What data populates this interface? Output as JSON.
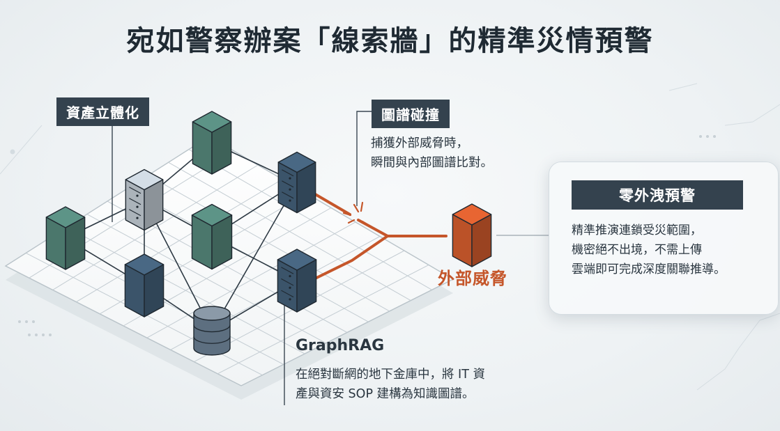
{
  "title": "宛如警察辦案「線索牆」的精準災情預警",
  "asset_section": {
    "label": "資產立體化"
  },
  "collision_section": {
    "label": "圖譜碰撞",
    "lines": [
      "捕獲外部威脅時，",
      "瞬間與內部圖譜比對。"
    ]
  },
  "threat": {
    "label": "外部威脅"
  },
  "graphrag_section": {
    "label": "GraphRAG",
    "lines": [
      "在絕對斷網的地下金庫中，將 IT 資",
      "產與資安 SOP 建構為知識圖譜。"
    ]
  },
  "warning_card": {
    "label": "零外洩預警",
    "lines": [
      "精準推演連鎖受災範圍，",
      "機密絕不出境，不需上傳",
      "雲端即可完成深度關聯推導。"
    ]
  },
  "colors": {
    "tag_bg": "#34424e",
    "threat": "#c5562a",
    "cube_green": "#4f7d72",
    "cube_slate": "#3e5870",
    "server_gray": "#b4bcc4"
  }
}
